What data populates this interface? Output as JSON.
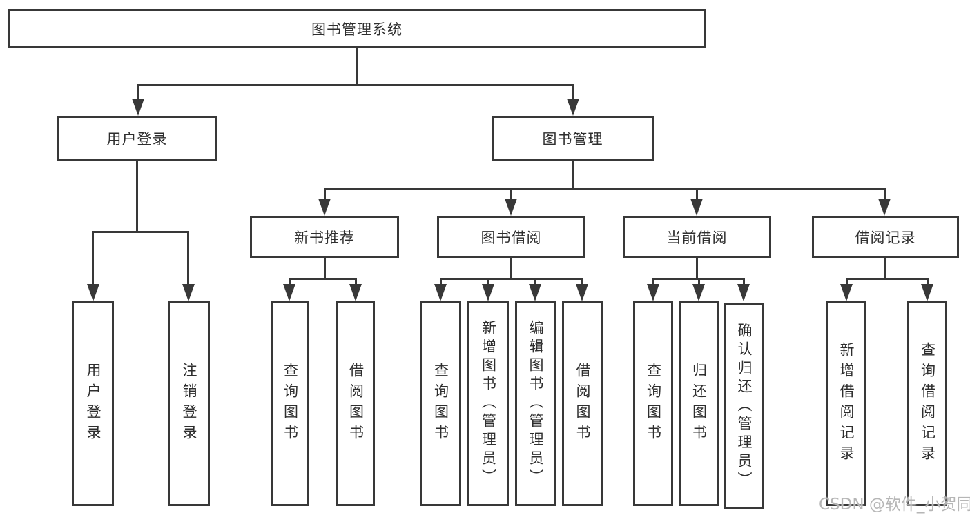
{
  "diagram": {
    "title": "图书管理系统",
    "branches": [
      {
        "label": "用户登录",
        "children": [
          {
            "label": "用户登录"
          },
          {
            "label": "注销登录"
          }
        ]
      },
      {
        "label": "图书管理",
        "children": [
          {
            "label": "新书推荐",
            "children": [
              {
                "label": "查询图书"
              },
              {
                "label": "借阅图书"
              }
            ]
          },
          {
            "label": "图书借阅",
            "children": [
              {
                "label": "查询图书"
              },
              {
                "label": "新增图书（管理员）"
              },
              {
                "label": "编辑图书（管理员）"
              },
              {
                "label": "借阅图书"
              }
            ]
          },
          {
            "label": "当前借阅",
            "children": [
              {
                "label": "查询图书"
              },
              {
                "label": "归还图书"
              },
              {
                "label": "确认归还（管理员）"
              }
            ]
          },
          {
            "label": "借阅记录",
            "children": [
              {
                "label": "新增借阅记录"
              },
              {
                "label": "查询借阅记录"
              }
            ]
          }
        ]
      }
    ]
  },
  "watermark": {
    "text": "CSDN @软件_小贺同学"
  },
  "colors": {
    "line": "#383838",
    "text": "#2e2e2e",
    "background": "#ffffff",
    "watermark": "#b6b6b6"
  }
}
